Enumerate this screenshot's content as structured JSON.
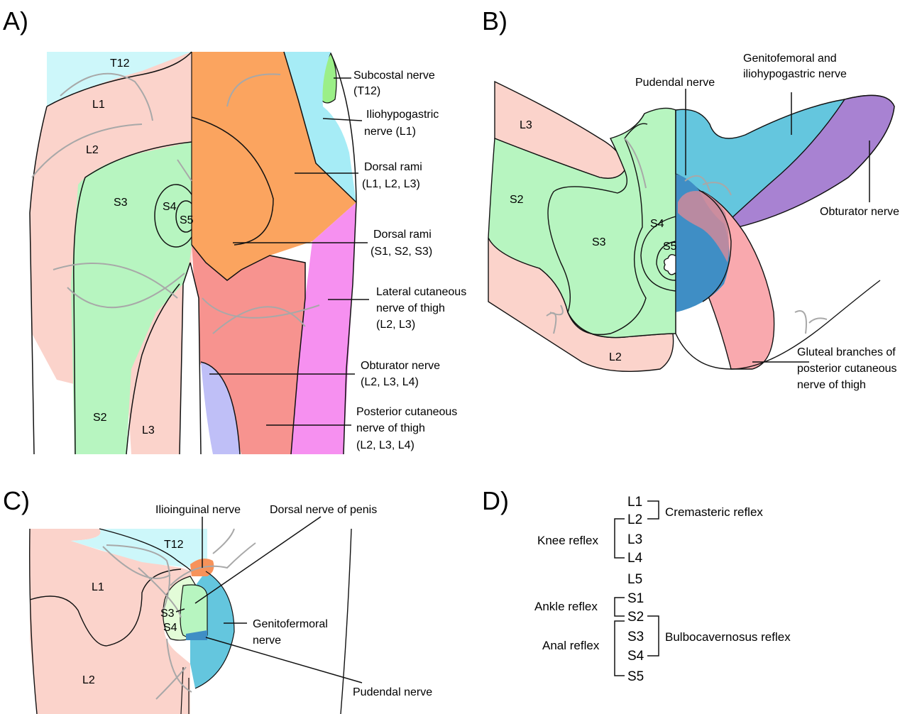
{
  "panel_a": {
    "letter": "A)",
    "segments": {
      "t12": "T12",
      "l1": "L1",
      "l2": "L2",
      "s3": "S3",
      "s4": "S4",
      "s5": "S5",
      "s2": "S2",
      "l3": "L3"
    },
    "labels": {
      "subcostal": [
        "Subcostal nerve",
        "(T12)"
      ],
      "iliohypogastric": [
        "Iliohypogastric",
        "nerve (L1)"
      ],
      "dorsal_lumbar": [
        "Dorsal rami",
        "(L1, L2, L3)"
      ],
      "dorsal_sacral": [
        "Dorsal rami",
        "(S1, S2, S3)"
      ],
      "lateral_cutaneous": [
        "Lateral cutaneous",
        "nerve of thigh",
        "(L2, L3)"
      ],
      "obturator": [
        "Obturator nerve",
        "(L2, L3, L4)"
      ],
      "posterior_cutaneous": [
        "Posterior cutaneous",
        "nerve of thigh",
        "(L2, L3, L4)"
      ]
    }
  },
  "panel_b": {
    "letter": "B)",
    "segments": {
      "l3": "L3",
      "s2": "S2",
      "s3": "S3",
      "s4": "S4",
      "s5": "S5",
      "l2": "L2"
    },
    "labels": {
      "pudendal": "Pudendal nerve",
      "genitofemoral": [
        "Genitofemoral and",
        "iliohypogastric nerve"
      ],
      "obturator": "Obturator nerve",
      "gluteal": [
        "Gluteal branches of",
        "posterior cutaneous",
        "nerve of thigh"
      ]
    }
  },
  "panel_c": {
    "letter": "C)",
    "segments": {
      "t12": "T12",
      "l1": "L1",
      "l2": "L2",
      "s3": "S3",
      "s4": "S4"
    },
    "labels": {
      "ilioinguinal": "Ilioinguinal nerve",
      "dorsal_penis": "Dorsal nerve of penis",
      "genitofemoral": [
        "Genitofermoral",
        "nerve"
      ],
      "pudendal": "Pudendal nerve"
    }
  },
  "panel_d": {
    "letter": "D)",
    "roots": [
      "L1",
      "L2",
      "L3",
      "L4",
      "L5",
      "S1",
      "S2",
      "S3",
      "S4",
      "S5"
    ],
    "reflexes": {
      "cremasteric": "Cremasteric reflex",
      "knee": "Knee reflex",
      "ankle": "Ankle reflex",
      "anal": "Anal reflex",
      "bulbocavernosus": "Bulbocavernosus reflex"
    }
  },
  "colors": {
    "t12": "#cdf7fa",
    "lumbar_pink": "#fbd3cb",
    "sacral_green": "#b7f5c0",
    "dorsal_orange": "#fba45f",
    "iliohypo_cyan": "#a6ecf6",
    "subcostal_green": "#9bef88",
    "lateral_magenta": "#f690f0",
    "posterior_red": "#f7938f",
    "obturator_lavender": "#bfbff7",
    "pudendal_blue": "#3f8ec5",
    "genitofemoral_blue": "#64c6de",
    "obturator_purple": "#a882d2",
    "gluteal_pink": "#f9a9ae",
    "ilioinguinal_orange": "#f7925a"
  }
}
